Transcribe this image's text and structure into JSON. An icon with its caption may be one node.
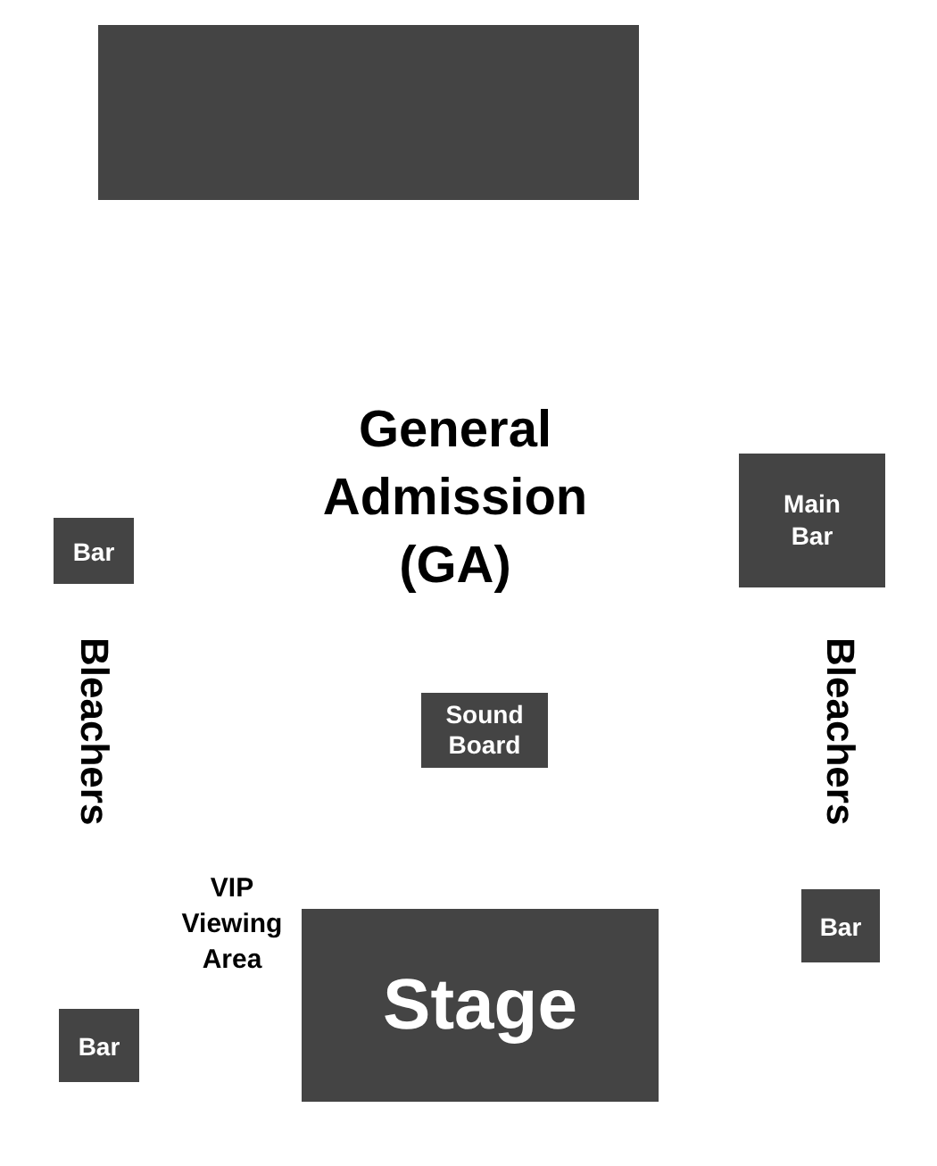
{
  "diagram": {
    "nodes": [
      {
        "text": [],
        "shape": "box"
      },
      {
        "text": [
          "Main Bar"
        ]
      },
      {
        "text": [
          "Bar"
        ]
      },
      {
        "text": [
          "Sound Board"
        ]
      },
      {
        "text": [
          "Bar"
        ]
      },
      {
        "text": [
          "Stage"
        ]
      },
      {
        "text": [
          "Bar"
        ]
      }
    ],
    "labels": [
      "General Admission (GA)",
      "Bleachers",
      "Bleachers",
      "VIP Viewing Area"
    ]
  }
}
